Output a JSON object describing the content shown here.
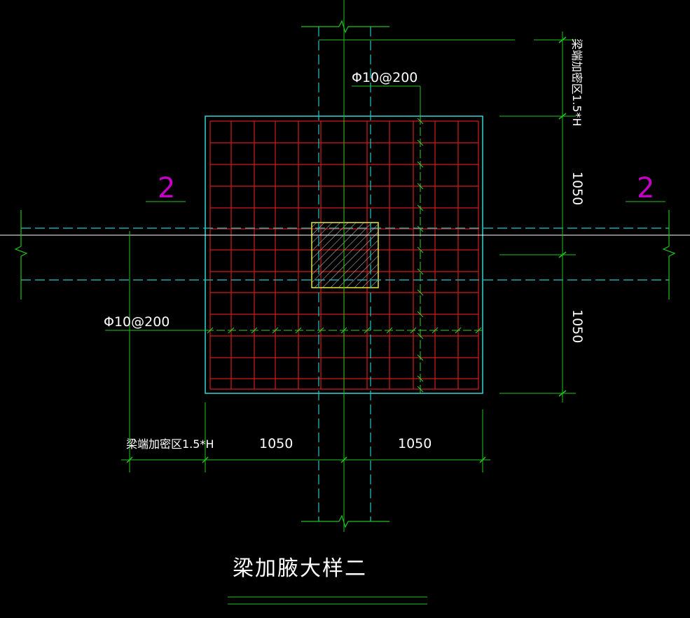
{
  "drawing": {
    "title": "梁加腋大样二",
    "rebar_label_top": "Φ10@200",
    "rebar_label_left": "Φ10@200",
    "section_mark_left": "2",
    "section_mark_right": "2",
    "dim_horizontal_left": "1050",
    "dim_horizontal_right": "1050",
    "dim_vertical_top": "1050",
    "dim_vertical_bottom": "1050",
    "zone_label_horizontal": "梁端加密区1.5*H",
    "zone_label_vertical": "梁端加密区1.5*H"
  },
  "colors": {
    "background": "#000000",
    "mesh": "#d11a1a",
    "outline": "#36d4d4",
    "centerline": "#20c8c8",
    "dimension": "#1fc41f",
    "column": "#e6e63c",
    "section_mark": "#c400c4",
    "text": "#ffffff"
  }
}
